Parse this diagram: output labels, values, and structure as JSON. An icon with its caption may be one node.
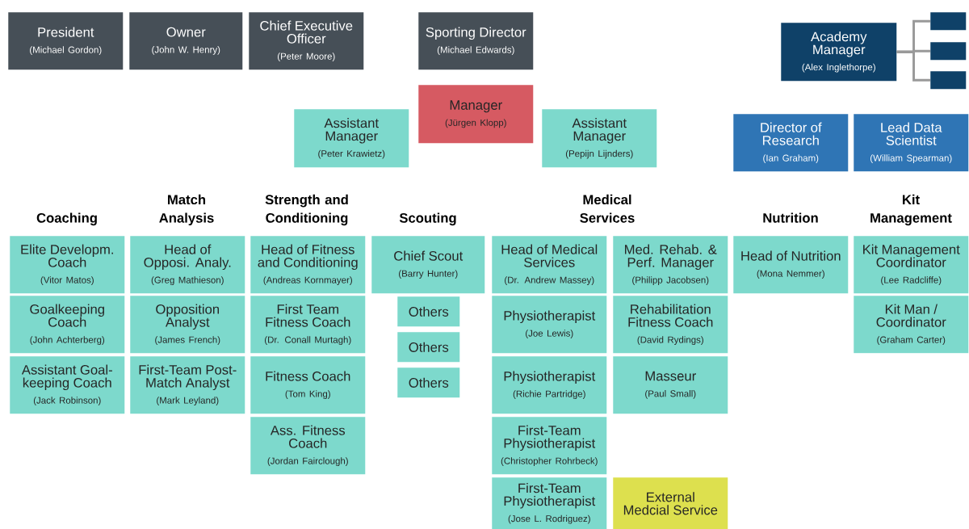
{
  "diagram": {
    "nodes": [
      {
        "text": [
          "President",
          "(Michael Gordon)"
        ]
      },
      {
        "text": [
          "Owner",
          "(John W. Henry)"
        ]
      },
      {
        "text": [
          "Chief Executive Officer",
          "(Peter Moore)"
        ]
      },
      {
        "text": [
          "Sporting Director",
          "(Michael Edwards)"
        ]
      },
      {
        "text": [
          "Academy Manager",
          "(Alex Inglethorpe)"
        ]
      },
      {
        "text": [],
        "shape": "box"
      },
      {
        "text": [],
        "shape": "box"
      },
      {
        "text": [],
        "shape": "box"
      },
      {
        "text": [
          "Assistant Manager",
          "(Peter Krawietz)"
        ]
      },
      {
        "text": [
          "Manager",
          "(Jürgen Klopp)"
        ]
      },
      {
        "text": [
          "Assistant Manager",
          "(Pepijn Lijnders)"
        ]
      },
      {
        "text": [
          "Director of Research",
          "(Ian Graham)"
        ]
      },
      {
        "text": [
          "Lead Data Scientist",
          "(William Spearman)"
        ]
      },
      {
        "text": [
          "Elite Developm. Coach",
          "(Vitor Matos)"
        ]
      },
      {
        "text": [
          "Goalkeeping Coach",
          "(John Achterberg)"
        ]
      },
      {
        "text": [
          "Assistant Goal-keeping Coach",
          "(Jack Robinson)"
        ]
      },
      {
        "text": [
          "Head of Opposi. Analy.",
          "(Greg Mathieson)"
        ]
      },
      {
        "text": [
          "Opposition Analyst",
          "(James French)"
        ]
      },
      {
        "text": [
          "First-Team Post-Match Analyst",
          "(Mark Leyland)"
        ]
      },
      {
        "text": [
          "Head of Fitness and Conditioning",
          "(Andreas Kornmayer)"
        ]
      },
      {
        "text": [
          "First Team Fitness Coach",
          "(Dr. Conall Murtagh)"
        ]
      },
      {
        "text": [
          "Fitness Coach",
          "(Tom King)"
        ]
      },
      {
        "text": [
          "Ass. Fitness Coach",
          "(Jordan Fairclough)"
        ]
      },
      {
        "text": [
          "Chief Scout",
          "(Barry Hunter)"
        ]
      },
      {
        "text": [
          "Others"
        ]
      },
      {
        "text": [
          "Others"
        ]
      },
      {
        "text": [
          "Others"
        ]
      },
      {
        "text": [
          "Head of Medical Services",
          "(Dr. Andrew Massey)"
        ]
      },
      {
        "text": [
          "Physiotherapist",
          "(Joe Lewis)"
        ]
      },
      {
        "text": [
          "Physiotherapist",
          "(Richie Partridge)"
        ]
      },
      {
        "text": [
          "First-Team Physiotherapist",
          "(Christopher Rohrbeck)"
        ]
      },
      {
        "text": [
          "First-Team Physiotherapist",
          "(Jose L. Rodriguez)"
        ]
      },
      {
        "text": [
          "Med. Rehab. & Perf. Manager",
          "(Philipp Jacobsen)"
        ]
      },
      {
        "text": [
          "Rehabilitation Fitness Coach",
          "(David Rydings)"
        ]
      },
      {
        "text": [
          "Masseur",
          "(Paul Small)"
        ]
      },
      {
        "text": [
          "External Medcial Service"
        ]
      },
      {
        "text": [
          "Head of Nutrition",
          "(Mona Nemmer)"
        ]
      },
      {
        "text": [
          "Kit Management Coordinator",
          "(Lee Radcliffe)"
        ]
      },
      {
        "text": [
          "Kit Man / Coordinator",
          "(Graham Carter)"
        ]
      }
    ],
    "edges": [
      {
        "from": 4,
        "to": 5,
        "arrow": "none"
      },
      {
        "from": 4,
        "to": 6,
        "arrow": "none"
      },
      {
        "from": 4,
        "to": 7,
        "arrow": "none"
      }
    ],
    "labels": [
      "Match Analysis",
      "Strength and Conditioning",
      "Coaching",
      "Scouting",
      "Medical Services",
      "Nutrition",
      "Kit Management"
    ]
  }
}
